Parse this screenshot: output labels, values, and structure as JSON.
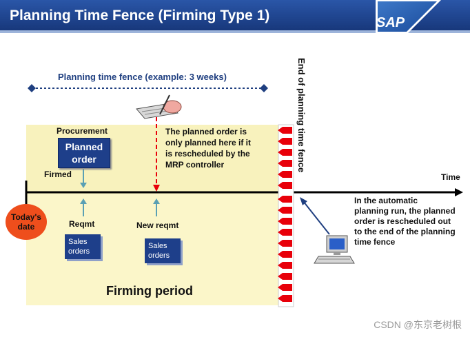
{
  "title": "Planning Time Fence (Firming Type 1)",
  "logo_text": "SAP",
  "fence_example_label": "Planning time fence (example: 3 weeks)",
  "fence_vertical_label": "End of planning time fence",
  "procurement_label": "Procurement",
  "planned_order": {
    "line1": "Planned",
    "line2": "order"
  },
  "firmed_label": "Firmed",
  "time_label": "Time",
  "note_top": {
    "line1": "The planned order is",
    "line2": "only planned here if it",
    "line3": "is rescheduled by the",
    "line4": "MRP controller"
  },
  "note_right": {
    "line1": "In the automatic",
    "line2": "planning run, the planned",
    "line3": "order is rescheduled out",
    "line4": "to the end of the planning",
    "line5": "time fence"
  },
  "today": {
    "line1": "Today's",
    "line2": "date"
  },
  "reqmt_label": "Reqmt",
  "new_reqmt_label": "New reqmt",
  "sales_orders_1": {
    "line1": "Sales",
    "line2": "orders"
  },
  "sales_orders_2": {
    "line1": "Sales",
    "line2": "orders"
  },
  "firming_period_label": "Firming period",
  "watermark": "CSDN @东京老树根",
  "colors": {
    "title_bar": "#1c3f8e",
    "firming_area": "#fbf6c9",
    "box_blue": "#1e3f8a",
    "fence_red": "#e8000a",
    "today_orange": "#ee4e1c",
    "arrow_teal": "#5aa0b4",
    "dotted_blue": "#1f3f80"
  }
}
